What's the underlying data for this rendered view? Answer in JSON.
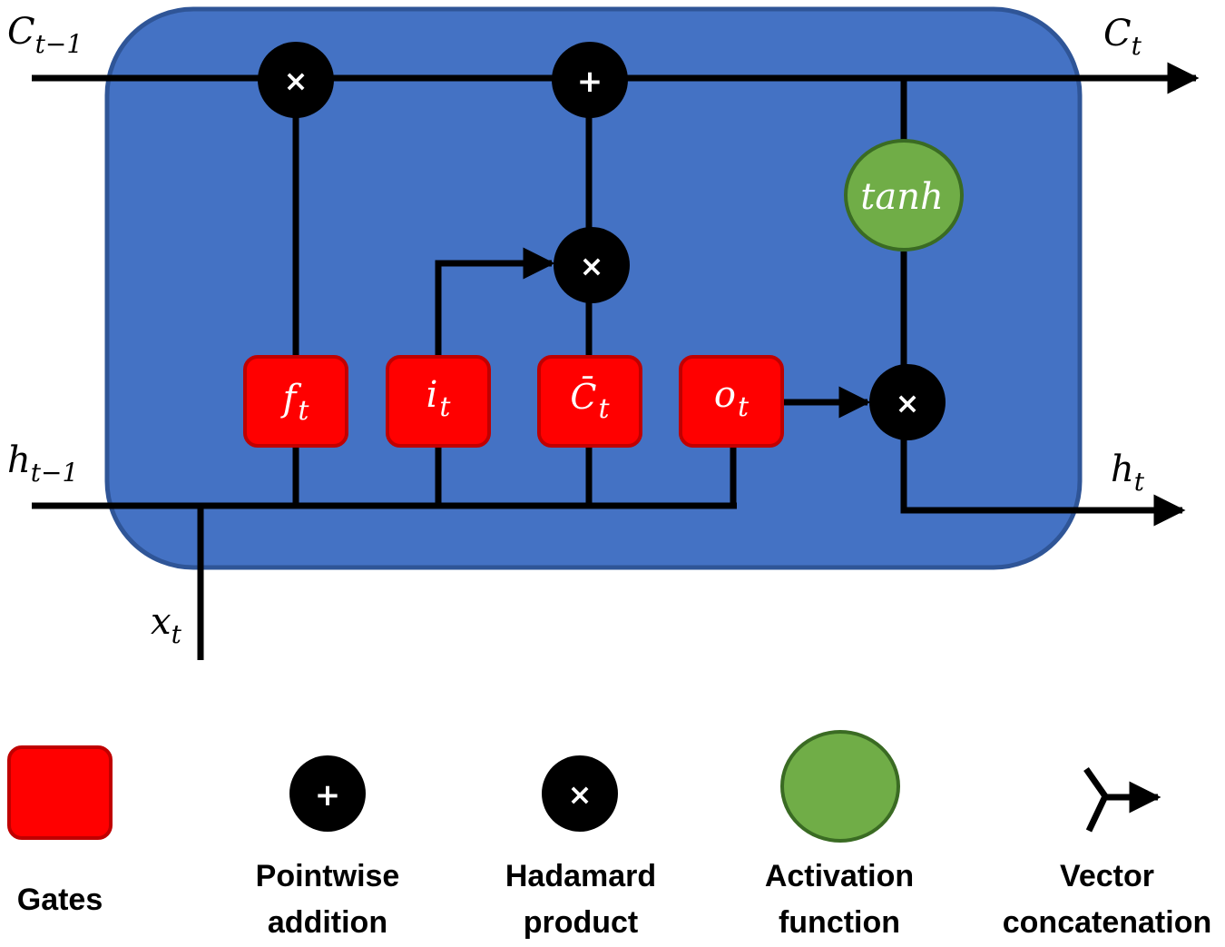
{
  "diagram": {
    "inputs": {
      "c_prev": {
        "base": "C",
        "sub": "t−1"
      },
      "h_prev": {
        "base": "h",
        "sub": "t−1"
      },
      "x_t": {
        "base": "x",
        "sub": "t"
      }
    },
    "outputs": {
      "c_t": {
        "base": "C",
        "sub": "t"
      },
      "h_t": {
        "base": "h",
        "sub": "t"
      }
    },
    "gates": [
      {
        "base": "f",
        "sub": "t"
      },
      {
        "base": "i",
        "sub": "t"
      },
      {
        "base": "C̄",
        "sub": "t"
      },
      {
        "base": "o",
        "sub": "t"
      }
    ],
    "ops": {
      "forget_mul": "×",
      "cell_add": "+",
      "input_mul": "×",
      "output_mul": "×"
    },
    "activation": "tanh"
  },
  "legend": {
    "gates": "Gates",
    "add_symbol": "+",
    "add_label_1": "Pointwise",
    "add_label_2": "addition",
    "mul_symbol": "×",
    "mul_label_1": "Hadamard",
    "mul_label_2": "product",
    "act_label_1": "Activation",
    "act_label_2": "function",
    "concat_label_1": "Vector",
    "concat_label_2": "concatenation"
  },
  "colors": {
    "cell_fill": "#4472C4",
    "cell_border": "#2F5597",
    "gate_fill": "#FF0000",
    "gate_border": "#C00000",
    "activation_fill": "#70AD47",
    "activation_border": "#3A6B23",
    "op_fill": "#000000"
  }
}
